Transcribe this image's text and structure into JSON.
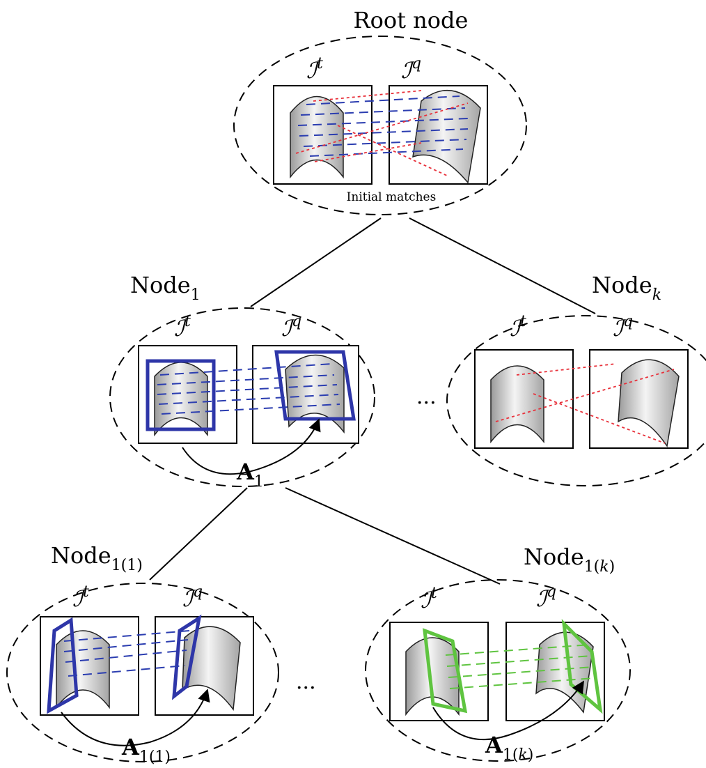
{
  "root": {
    "title": "Root node",
    "image_t": "ℐ",
    "image_t_sup": "t",
    "image_q": "ℐ",
    "image_q_sup": "q",
    "caption": "Initial matches"
  },
  "node1": {
    "title": "Node",
    "title_sub": "1",
    "image_t": "ℐ",
    "image_t_sup": "t",
    "image_q": "ℐ",
    "image_q_sup": "q",
    "transform": "A",
    "transform_sub": "1"
  },
  "nodek": {
    "title": "Node",
    "title_sub": "k",
    "image_t": "ℐ",
    "image_t_sup": "t",
    "image_q": "ℐ",
    "image_q_sup": "q"
  },
  "node11": {
    "title": "Node",
    "title_sub": "1(1)",
    "image_t": "ℐ",
    "image_t_sup": "t",
    "image_q": "ℐ",
    "image_q_sup": "q",
    "transform": "A",
    "transform_sub": "1(1)"
  },
  "node1k": {
    "title": "Node",
    "title_sub": "1(",
    "title_sub_var": "k",
    "title_sub_close": ")",
    "image_t": "ℐ",
    "image_t_sup": "t",
    "image_q": "ℐ",
    "image_q_sup": "q",
    "transform": "A",
    "transform_sub": "1(",
    "transform_sub_var": "k",
    "transform_sub_close": ")"
  },
  "ellipsis": "···",
  "colors": {
    "inlier_match": "#2b3db0",
    "outlier_match": "#e8303a",
    "region_level1": "#2e36a8",
    "region_level2": "#5fc440",
    "ellipse": "#000000"
  }
}
